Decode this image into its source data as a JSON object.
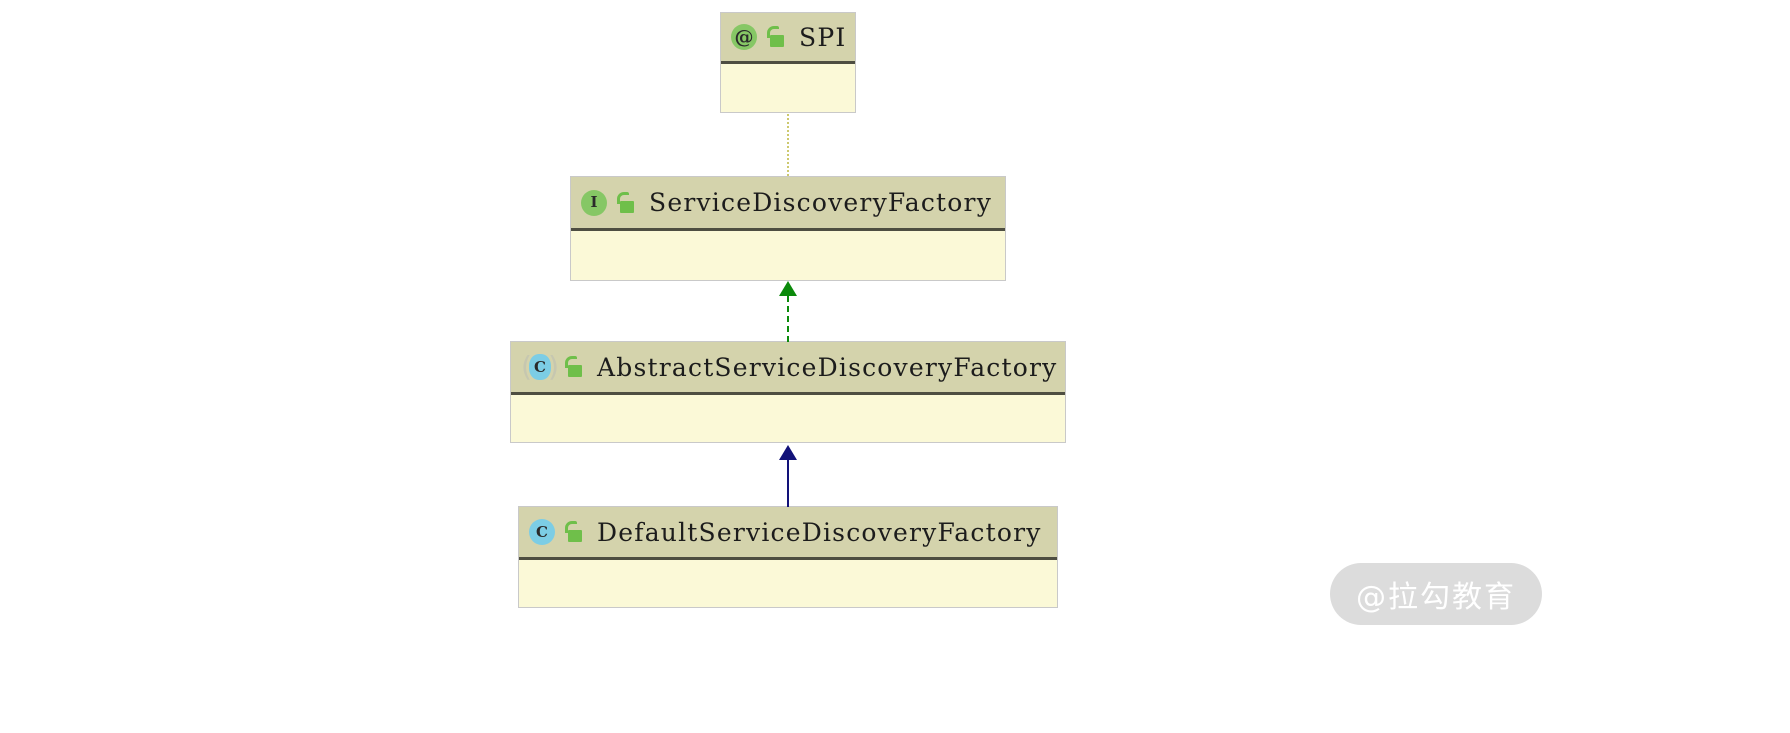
{
  "diagram": {
    "kind": "uml-class-diagram",
    "background": "#ffffff",
    "palette": {
      "header_fill": "#d4d3ac",
      "body_fill": "#fbf9d7",
      "divider": "#4e4e41",
      "border": "#c9c9c9",
      "icon_green": "#86c765",
      "icon_cyan": "#7ccde5",
      "lock_green": "#6fbf4a",
      "realization_green": "#0b8a0b",
      "generalization_navy": "#121279",
      "annotation_dotted": "#cdc96f"
    },
    "nodes": [
      {
        "id": "spi",
        "name": "SPI",
        "stereotype": "annotation",
        "type_icon": "annotation-icon",
        "type_glyph": "@",
        "visibility": "public",
        "visibility_icon": "unlocked-lock-icon"
      },
      {
        "id": "service-discovery-factory",
        "name": "ServiceDiscoveryFactory",
        "stereotype": "interface",
        "type_icon": "interface-icon",
        "type_glyph": "I",
        "visibility": "public",
        "visibility_icon": "unlocked-lock-icon"
      },
      {
        "id": "abstract-service-discovery-factory",
        "name": "AbstractServiceDiscoveryFactory",
        "stereotype": "abstract-class",
        "type_icon": "abstract-class-icon",
        "type_glyph": "C",
        "visibility": "public",
        "visibility_icon": "unlocked-lock-icon"
      },
      {
        "id": "default-service-discovery-factory",
        "name": "DefaultServiceDiscoveryFactory",
        "stereotype": "class",
        "type_icon": "class-icon",
        "type_glyph": "C",
        "visibility": "public",
        "visibility_icon": "unlocked-lock-icon"
      }
    ],
    "edges": [
      {
        "id": "spi-annotates-interface",
        "from": "spi",
        "to": "service-discovery-factory",
        "relation": "annotation",
        "line_style": "dotted",
        "color": "#cdc96f",
        "arrowhead": "none"
      },
      {
        "id": "abstract-implements-interface",
        "from": "abstract-service-discovery-factory",
        "to": "service-discovery-factory",
        "relation": "realization",
        "line_style": "dashed",
        "color": "#0b8a0b",
        "arrowhead": "filled-triangle"
      },
      {
        "id": "default-extends-abstract",
        "from": "default-service-discovery-factory",
        "to": "abstract-service-discovery-factory",
        "relation": "generalization",
        "line_style": "solid",
        "color": "#121279",
        "arrowhead": "filled-triangle"
      }
    ]
  },
  "watermark": {
    "text": "@拉勾教育"
  }
}
